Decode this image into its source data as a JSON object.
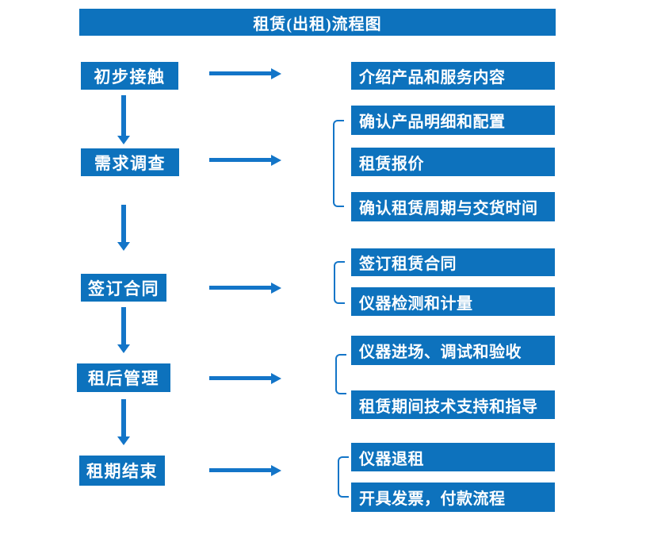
{
  "title": "租赁(出租)流程图",
  "colors": {
    "box_blue": "#0d72bd",
    "arrow_blue": "#1375c8",
    "text_white": "#ffffff",
    "background": "#ffffff"
  },
  "steps": [
    {
      "label": "初步接触"
    },
    {
      "label": "需求调查"
    },
    {
      "label": "签订合同"
    },
    {
      "label": "租后管理"
    },
    {
      "label": "租期结束"
    }
  ],
  "details": {
    "step1": [
      "介绍产品和服务内容"
    ],
    "step2": [
      "确认产品明细和配置",
      "租赁报价",
      "确认租赁周期与交货时间"
    ],
    "step3": [
      "签订租赁合同",
      "仪器检测和计量"
    ],
    "step4": [
      "仪器进场、调试和验收",
      "租赁期间技术支持和指导"
    ],
    "step5": [
      "仪器退租",
      "开具发票，付款流程"
    ]
  }
}
